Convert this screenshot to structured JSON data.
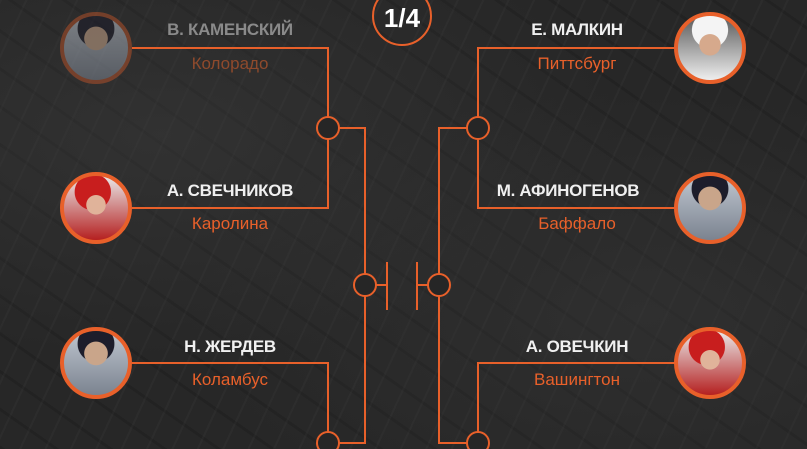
{
  "round": "1/4",
  "accent": "#e8602a",
  "players": [
    {
      "name": "В. КАМЕНСКИЙ",
      "team": "Колорадо",
      "eliminated": true
    },
    {
      "name": "А. СВЕЧНИКОВ",
      "team": "Каролина",
      "eliminated": false
    },
    {
      "name": "Н. ЖЕРДЕВ",
      "team": "Коламбус",
      "eliminated": false
    },
    {
      "name": "Е. МАЛКИН",
      "team": "Питтсбург",
      "eliminated": false
    },
    {
      "name": "М. АФИНОГЕНОВ",
      "team": "Баффало",
      "eliminated": false
    },
    {
      "name": "А. ОВЕЧКИН",
      "team": "Вашингтон",
      "eliminated": false
    }
  ]
}
